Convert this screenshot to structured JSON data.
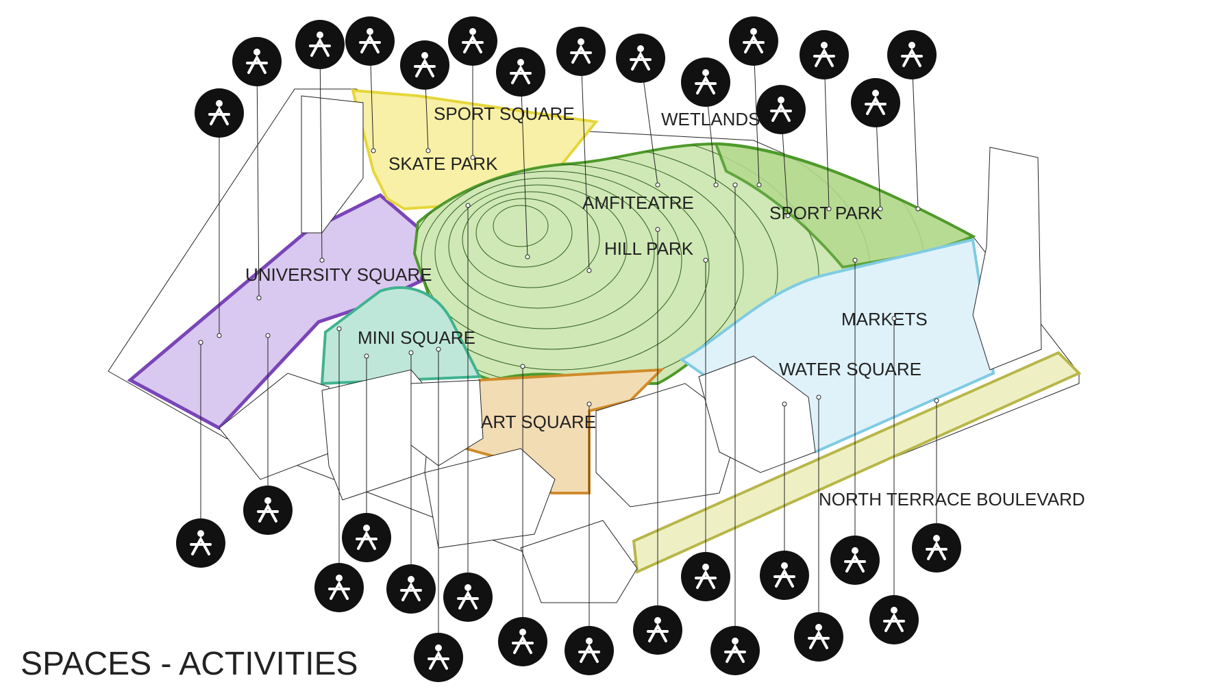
{
  "title": "SPACES - ACTIVITIES",
  "zones": [
    {
      "key": "sport-square",
      "label": "SPORT SQUARE",
      "color": "#f1e45a"
    },
    {
      "key": "skate-park",
      "label": "SKATE PARK",
      "color": "#f1e45a"
    },
    {
      "key": "wetlands",
      "label": "WETLANDS",
      "color": "#7cc34a"
    },
    {
      "key": "amfiteatre",
      "label": "AMFITEATRE",
      "color": "#7cc34a"
    },
    {
      "key": "hill-park",
      "label": "HILL PARK",
      "color": "#7cc34a"
    },
    {
      "key": "sport-park",
      "label": "SPORT PARK",
      "color": "#7cc34a"
    },
    {
      "key": "university-square",
      "label": "UNIVERSITY SQUARE",
      "color": "#8a55c4"
    },
    {
      "key": "mini-square",
      "label": "MINI SQUARE",
      "color": "#44b89a"
    },
    {
      "key": "markets",
      "label": "MARKETS",
      "color": "#7fcbe3"
    },
    {
      "key": "water-square",
      "label": "WATER SQUARE",
      "color": "#7fcbe3"
    },
    {
      "key": "art-square",
      "label": "ART SQUARE",
      "color": "#d99a38"
    },
    {
      "key": "north-terrace-boulevard",
      "label": "NORTH TERRACE BOULEVARD",
      "color": "#c9c56a"
    }
  ],
  "activity_icons": [
    "sun-lounger-icon",
    "reading-icon",
    "coffee-cup-icon",
    "rollerblading-icon",
    "football-field-icon",
    "skateboarding-icon",
    "exercise-equipment-icon",
    "climbing-icon",
    "audience-icon",
    "yoga-family-icon",
    "stroller-icon",
    "dog-walking-icon",
    "wheelchair-icon",
    "swimming-icon",
    "cocktail-icon",
    "cycling-icon",
    "radio-icon",
    "cafe-dining-icon",
    "restaurant-icon",
    "wine-icon",
    "hiking-icon",
    "dancing-icon",
    "sculpture-icon",
    "art-installation-icon",
    "pavilion-icon",
    "flower-icon",
    "food-market-icon",
    "cycling-icon-2",
    "kiosk-icon",
    "picnic-table-icon",
    "water-play-icon",
    "music-horn-icon"
  ]
}
